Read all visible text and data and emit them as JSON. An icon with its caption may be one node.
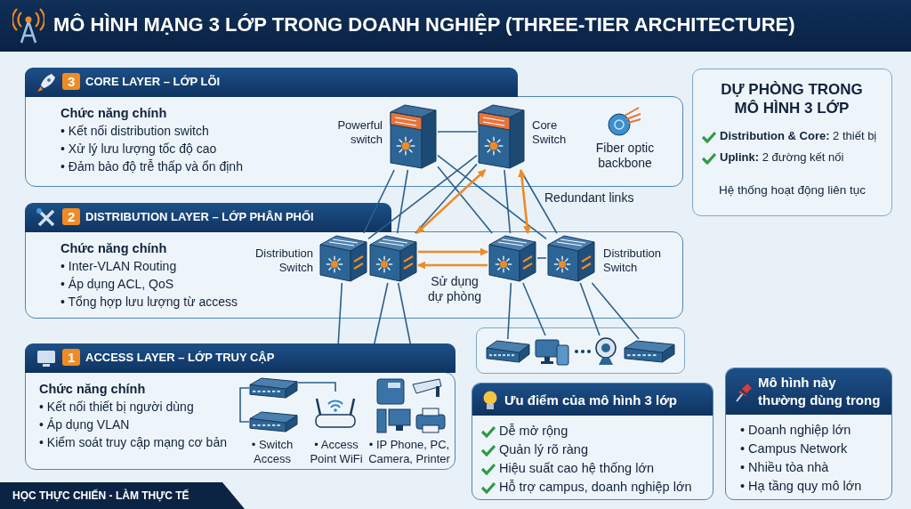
{
  "diagram": {
    "title": "MÔ HÌNH MẠNG 3 LỚP TRONG DOANH NGHIỆP (THREE-TIER ARCHITECTURE)",
    "nodes": [
      {
        "text": [
          "3",
          "CORE LAYER – LỚP LÕI",
          "Chức năng chính",
          "• Kết nối distribution switch",
          "• Xử lý lưu lượng tốc độ cao",
          "• Đảm bảo độ trễ thấp và ổn định"
        ]
      },
      {
        "text": [],
        "shape": "picture",
        "in": 0,
        "beside": [
          "Powerful switch"
        ]
      },
      {
        "text": [],
        "shape": "picture",
        "in": 0,
        "beside": [
          "Core Switch"
        ]
      },
      {
        "text": [
          "2",
          "DISTRIBUTION LAYER – LỚP PHÂN PHỐI",
          "Chức năng chính",
          "• Inter-VLAN Routing",
          "• Áp dụng ACL, QoS",
          "• Tổng hợp lưu lượng từ access"
        ]
      },
      {
        "text": [],
        "shape": "picture",
        "in": 3,
        "beside": [
          "Distribution Switch"
        ]
      },
      {
        "text": [],
        "shape": "picture",
        "in": 3
      },
      {
        "text": [],
        "shape": "picture",
        "in": 3
      },
      {
        "text": [],
        "shape": "picture",
        "in": 3,
        "beside": [
          "Distribution Switch"
        ]
      },
      {
        "text": [
          "DỰ PHÒNG TRONG MÔ HÌNH 3 LỚP",
          "**Distribution & Core:** 2 thiết bị",
          "**Uplink:** 2 đường kết nối",
          "Hệ thống hoạt động liên tục"
        ]
      },
      {
        "text": [],
        "shape": "box"
      },
      {
        "text": [],
        "shape": "picture",
        "in": 9
      },
      {
        "text": [],
        "shape": "picture",
        "in": 9
      },
      {
        "text": [],
        "shape": "picture",
        "in": 9
      },
      {
        "text": [],
        "shape": "picture",
        "in": 9
      },
      {
        "text": [
          "1",
          "ACCESS LAYER – LỚP TRUY CẬP",
          "Chức năng chính",
          "• Kết nối thiết bị người dùng",
          "• Áp dụng VLAN",
          "• Kiểm soát truy cập mạng cơ bản"
        ]
      },
      {
        "text": [],
        "shape": "picture",
        "in": 14
      },
      {
        "text": [],
        "shape": "picture",
        "in": 14,
        "beside": [
          "• Switch Access"
        ]
      },
      {
        "text": [],
        "shape": "picture",
        "in": 14,
        "beside": [
          "• Access Point WiFi"
        ]
      },
      {
        "text": [],
        "shape": "picture",
        "in": 14,
        "beside": [
          "• IP Phone, PC, Camera, Printer"
        ]
      },
      {
        "text": [
          "Ưu điểm của mô hình 3 lớp",
          "Dễ mở rộng",
          "Quản lý rõ ràng",
          "Hiệu suất cao hệ thống lớn",
          "Hỗ trợ campus, doanh nghiệp lớn"
        ]
      },
      {
        "text": [
          "Mô hình này thường dùng trong",
          "• Doanh nghiệp lớn",
          "• Campus Network",
          "• Nhiều tòa nhà",
          "• Hạ tầng quy mô lớn"
        ]
      }
    ],
    "edges": [
      {
        "from": 1,
        "to": 2,
        "arrow": "none"
      },
      {
        "from": 1,
        "to": 4,
        "arrow": "none"
      },
      {
        "from": 1,
        "to": 5,
        "arrow": "none"
      },
      {
        "from": 1,
        "to": 6,
        "arrow": "none"
      },
      {
        "from": 1,
        "to": 7,
        "arrow": "none"
      },
      {
        "from": 2,
        "to": 4,
        "arrow": "none"
      },
      {
        "from": 2,
        "to": 5,
        "arrow": "none"
      },
      {
        "from": 2,
        "to": 6,
        "arrow": "none"
      },
      {
        "from": 2,
        "to": 7,
        "arrow": "none"
      },
      {
        "from": 2,
        "to": 5,
        "arrow": "both",
        "color": "#f08a24"
      },
      {
        "from": 2,
        "to": 6,
        "arrow": "both",
        "color": "#f08a24"
      },
      {
        "from": 5,
        "to": 6,
        "arrow": "to",
        "color": "#f08a24"
      },
      {
        "from": 6,
        "to": 5,
        "arrow": "to",
        "color": "#f08a24"
      },
      {
        "from": 6,
        "to": 7,
        "arrow": "none"
      },
      {
        "from": 4,
        "to": 14,
        "arrow": "none"
      },
      {
        "from": 5,
        "to": 14,
        "arrow": "none"
      },
      {
        "from": 5,
        "to": 14,
        "arrow": "none"
      },
      {
        "from": 6,
        "to": 10,
        "arrow": "none"
      },
      {
        "from": 6,
        "to": 11,
        "arrow": "none"
      },
      {
        "from": 7,
        "to": 12,
        "arrow": "none"
      },
      {
        "from": 7,
        "to": 13,
        "arrow": "none"
      },
      {
        "from": 15,
        "to": 16,
        "arrow": "none"
      },
      {
        "from": 15,
        "to": 17,
        "arrow": "none"
      }
    ],
    "labels": [
      "Fiber optic backbone",
      "Redundant links",
      "Sử dụng dự phòng",
      "HỌC THỰC CHIẾN - LÀM THỰC TẾ"
    ]
  }
}
